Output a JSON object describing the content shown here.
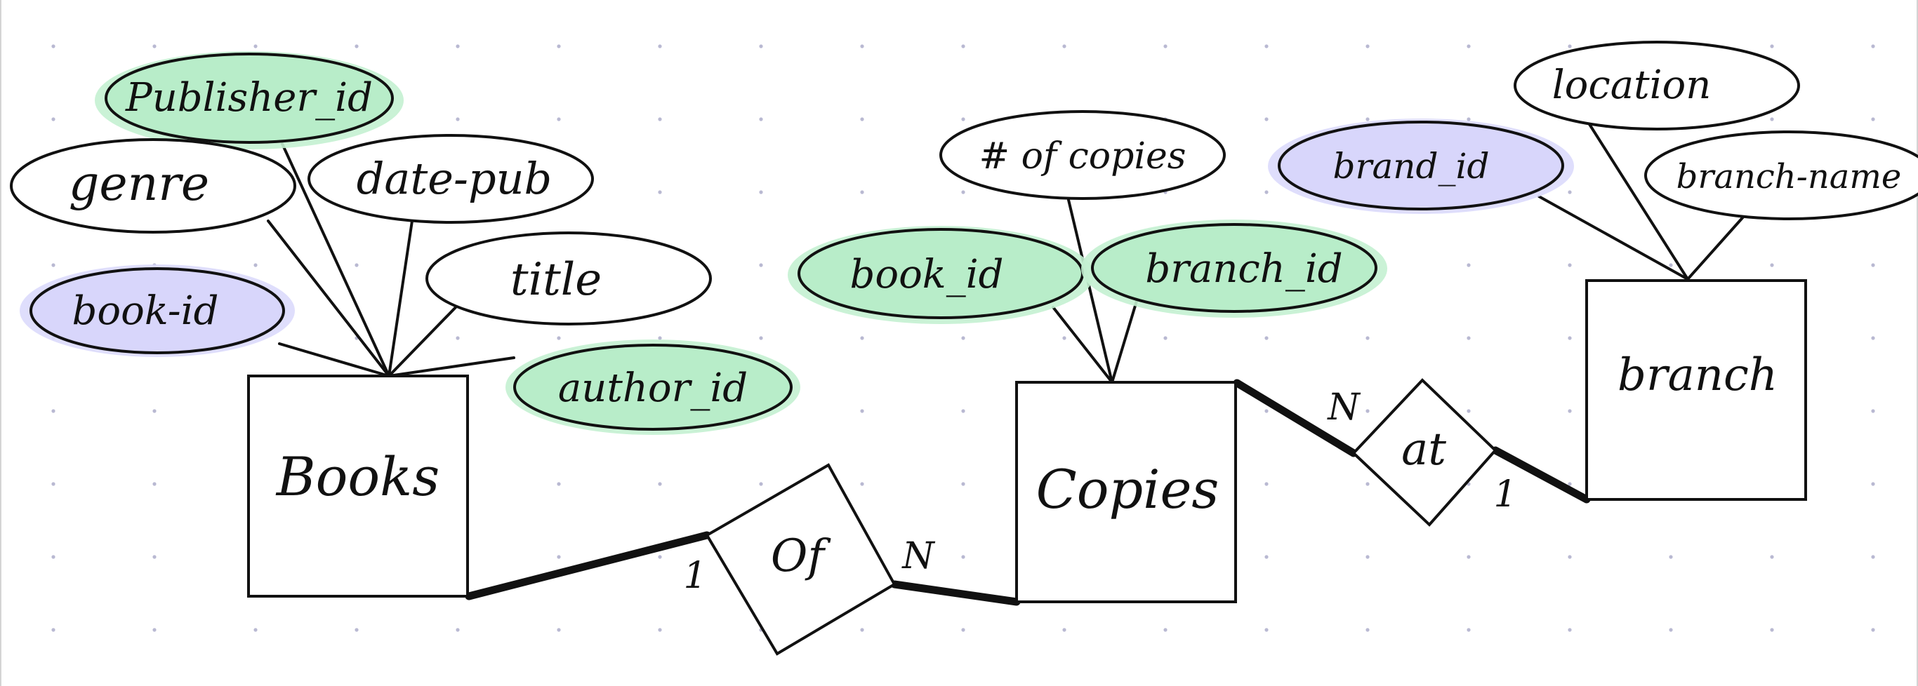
{
  "diagram": {
    "colors": {
      "background": "#ffffff",
      "grid_dot": "#b9b9d2",
      "stroke": "#111111",
      "primary_key_fill": "#d8d6fb",
      "primary_key_glow": "#dcdafc",
      "foreign_key_fill": "#b8edc9",
      "foreign_key_glow": "#c4f1d2",
      "plain_attribute_fill": "#ffffff"
    },
    "entities": {
      "books": "Books",
      "copies": "Copies",
      "branch": "branch"
    },
    "relationships": {
      "of": "Of",
      "at": "at"
    },
    "cardinalities": {
      "books_of": "1",
      "of_copies": "N",
      "copies_at": "N",
      "at_branch": "1"
    },
    "attributes": {
      "books": {
        "publisher_id": "Publisher_id",
        "genre": "genre",
        "date_pub": "date-pub",
        "title": "title",
        "book_id": "book-id",
        "author_id": "author_id"
      },
      "copies": {
        "num_copies": "# of copies",
        "book_id": "book_id",
        "branch_id": "branch_id"
      },
      "branch": {
        "location": "location",
        "brand_id": "brand_id",
        "branch_name": "branch-name"
      }
    }
  }
}
